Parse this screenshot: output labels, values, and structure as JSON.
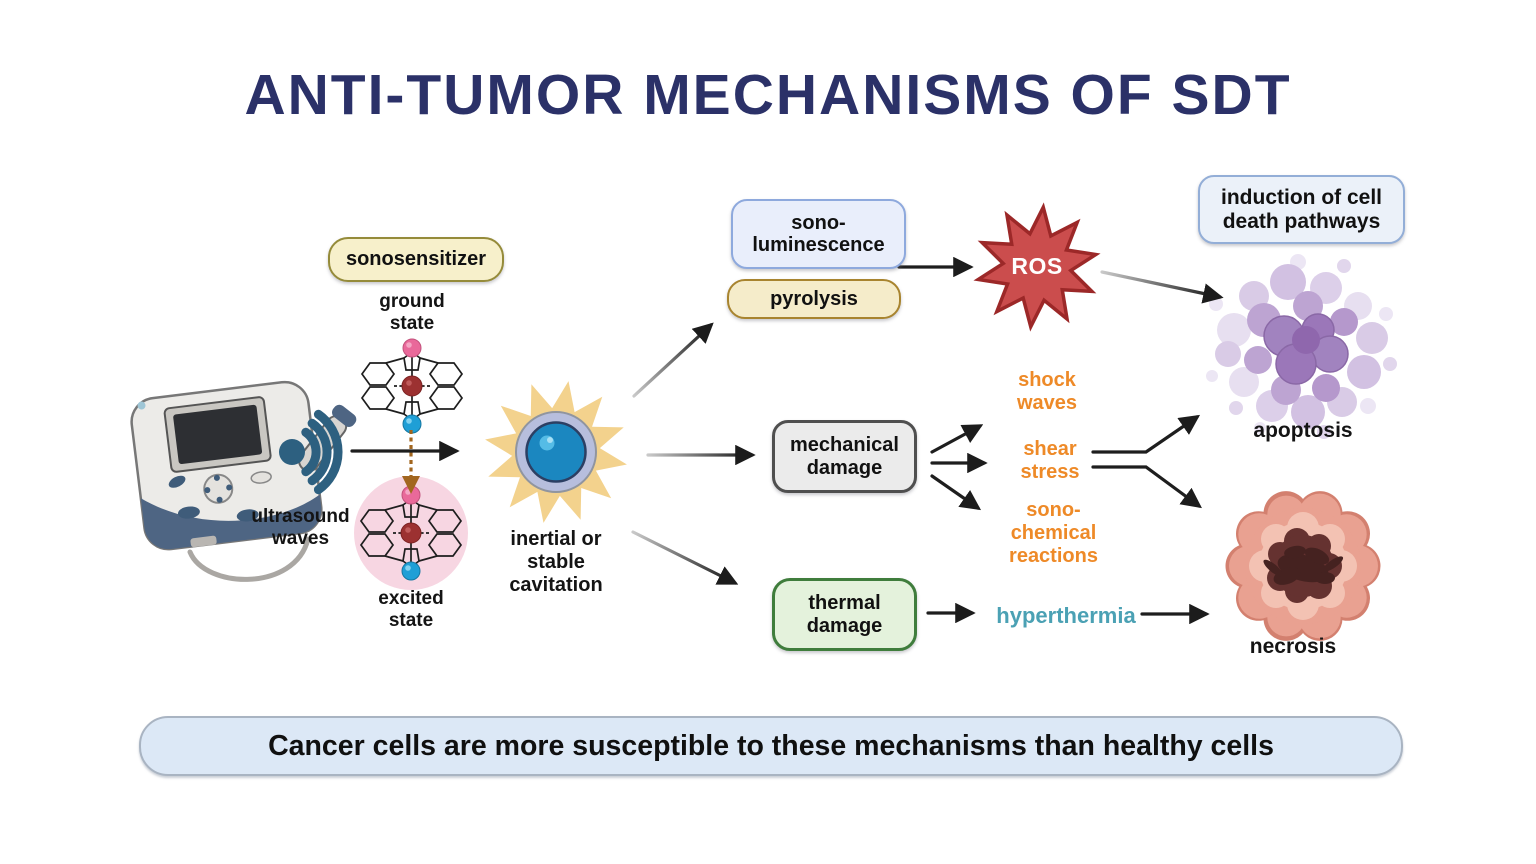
{
  "title": "ANTI-TUMOR MECHANISMS OF SDT",
  "labels": {
    "sonosensitizer": "sonosensitizer",
    "ground_state": "ground\nstate",
    "excited_state": "excited\nstate",
    "ultrasound_waves": "ultrasound\nwaves",
    "cavitation": "inertial or\nstable\ncavitation",
    "sonoluminescence": "sono-\nluminescence",
    "pyrolysis": "pyrolysis",
    "ros": "ROS",
    "induction": "induction of cell\ndeath pathways",
    "mechanical_damage": "mechanical\ndamage",
    "thermal_damage": "thermal\ndamage",
    "shock_waves": "shock\nwaves",
    "shear_stress": "shear\nstress",
    "sonochemical": "sono-\nchemical\nreactions",
    "hyperthermia": "hyperthermia",
    "apoptosis": "apoptosis",
    "necrosis": "necrosis"
  },
  "banner": "Cancer cells are more susceptible to these mechanisms than healthy cells",
  "colors": {
    "title_navy": "#2b3168",
    "mediator_orange": "#ee8a28",
    "hyperthermia_teal": "#4ba1b4",
    "ros_red": "#cb4d4d",
    "arrow_black": "#1e1e1e",
    "sonosensitizer_bg": "#f7f0cb",
    "sonoluminescence_bg": "#e9eefb",
    "pyrolysis_bg": "#f5ecca",
    "mechanical_bg": "#ebebeb",
    "thermal_bg": "#e4f2dc",
    "induction_bg": "#ebf1f9",
    "banner_bg": "#dce8f6",
    "cavitation_yellow": "#f3d28d",
    "apoptosis_purple": "#bda4d2",
    "necrosis_pink": "#e9a191"
  }
}
